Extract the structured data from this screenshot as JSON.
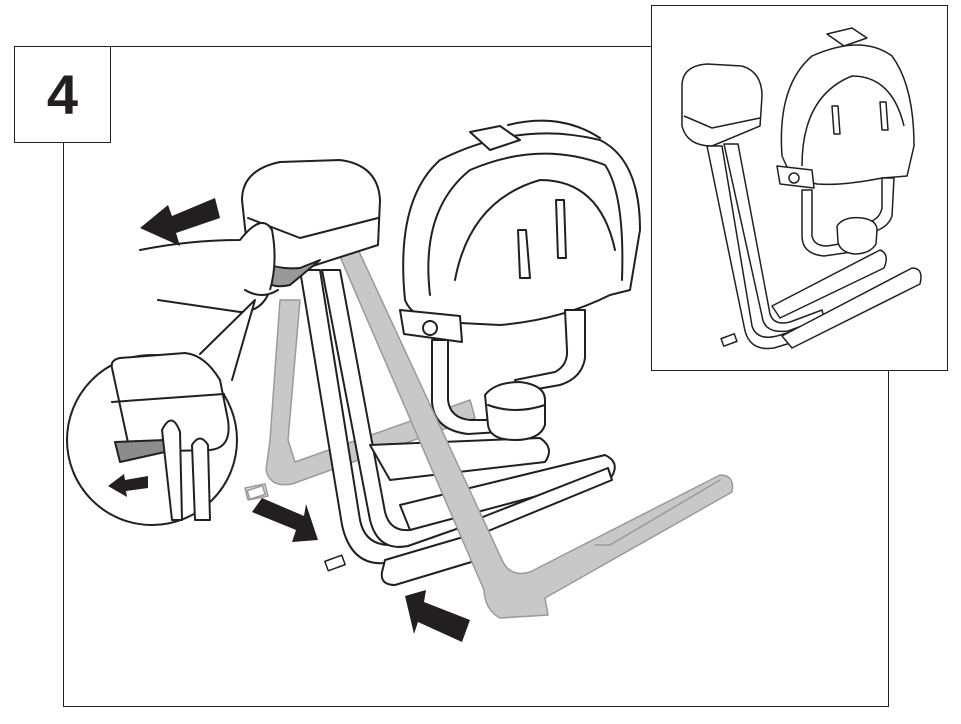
{
  "step": {
    "number": "4"
  },
  "colors": {
    "line": "#231f20",
    "highlight_part": "#c8c8c8",
    "highlight_stroke": "#9a9a9a",
    "arrow": "#231f20",
    "background": "#ffffff",
    "tab_fill": "#8c8c8c"
  },
  "illustration": {
    "main": {
      "description": "Hand pulls tray/headrest cap off frame; grey legs being removed",
      "arrows": [
        {
          "name": "pull-left-arrow",
          "direction": "left"
        },
        {
          "name": "push-down-right-arrow",
          "direction": "down-right"
        },
        {
          "name": "push-up-left-arrow",
          "direction": "up-left"
        }
      ]
    },
    "detail_callout": {
      "description": "Close-up of release tab pulled out",
      "arrows": [
        {
          "name": "release-tab-arrow",
          "direction": "left"
        }
      ]
    },
    "inset": {
      "description": "Assembled seat frame result view"
    }
  }
}
